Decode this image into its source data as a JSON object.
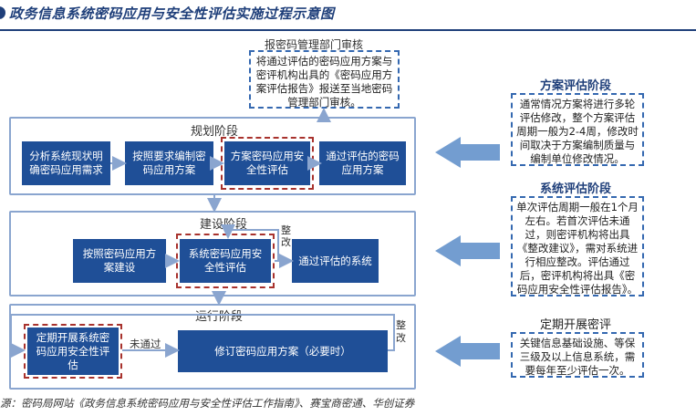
{
  "header": {
    "title": "政务信息系统密码应用与安全性评估实施过程示意图"
  },
  "top_note": {
    "title": "报密码管理部门审核",
    "body": "将通过评估的密码应用方案与密评机构出具的《密码应用方案评估报告》报送至当地密码管理部门审核。"
  },
  "stages": {
    "planning": {
      "label": "规划阶段",
      "steps": [
        "分析系统现状明确密码应用需求",
        "按照要求编制密码应用方案",
        "方案密码应用安全性评估",
        "通过评估的密码应用方案"
      ]
    },
    "construction": {
      "label": "建设阶段",
      "steps": [
        "按照密码应用方案建设",
        "系统密码应用安全性评估",
        "通过评估的系统"
      ],
      "loop_label": "整改"
    },
    "operation": {
      "label": "运行阶段",
      "steps": [
        "定期开展系统密码应用安全性评估",
        "修订密码应用方案（必要时）"
      ],
      "fail_label": "未通过",
      "loop_label": "整改"
    }
  },
  "side_notes": {
    "scheme": {
      "title": "方案评估阶段",
      "body": "通常情况方案将进行多轮评估修改，整个方案评估周期一般为2-4周，修改时间取决于方案编制质量与编制单位修改情况。"
    },
    "system": {
      "title": "系统评估阶段",
      "body": "单次评估周期一般在1个月左右。若首次评估未通过，则密评机构将出具《整改建议》，需对系统进行相应整改。评估通过后，密评机构将出具《密码应用安全性评估报告》。"
    },
    "periodic": {
      "title": "定期开展密评",
      "body": "关键信息基础设施、等保三级及以上信息系统，需要每年至少评估一次。"
    }
  },
  "source": "源：密码局网站《政务信息系统密码应用与安全性评估工作指南》、赛宝商密通、华创证券",
  "colors": {
    "primary": "#1f4f97",
    "frame": "#8aa5cf",
    "dashed_red": "#a8322d",
    "dashed_blue": "#3468b0",
    "title": "#1f3f7a"
  }
}
